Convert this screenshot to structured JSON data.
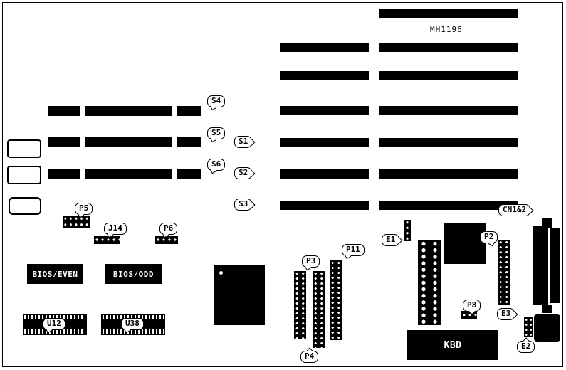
{
  "board": {
    "model": "MH1196"
  },
  "callouts": {
    "s1": "S1",
    "s2": "S2",
    "s3": "S3",
    "s4": "S4",
    "s5": "S5",
    "s6": "S6",
    "p2": "P2",
    "p3": "P3",
    "p4": "P4",
    "p5": "P5",
    "p6": "P6",
    "p8": "P8",
    "p11": "P11",
    "j14": "J14",
    "e1": "E1",
    "e2": "E2",
    "e3": "E3",
    "u12": "U12",
    "u38": "U38",
    "cn12": "CN1&2"
  },
  "chips": {
    "bios_even": "BIOS/EVEN",
    "bios_odd": "BIOS/ODD",
    "kbd": "KBD"
  }
}
